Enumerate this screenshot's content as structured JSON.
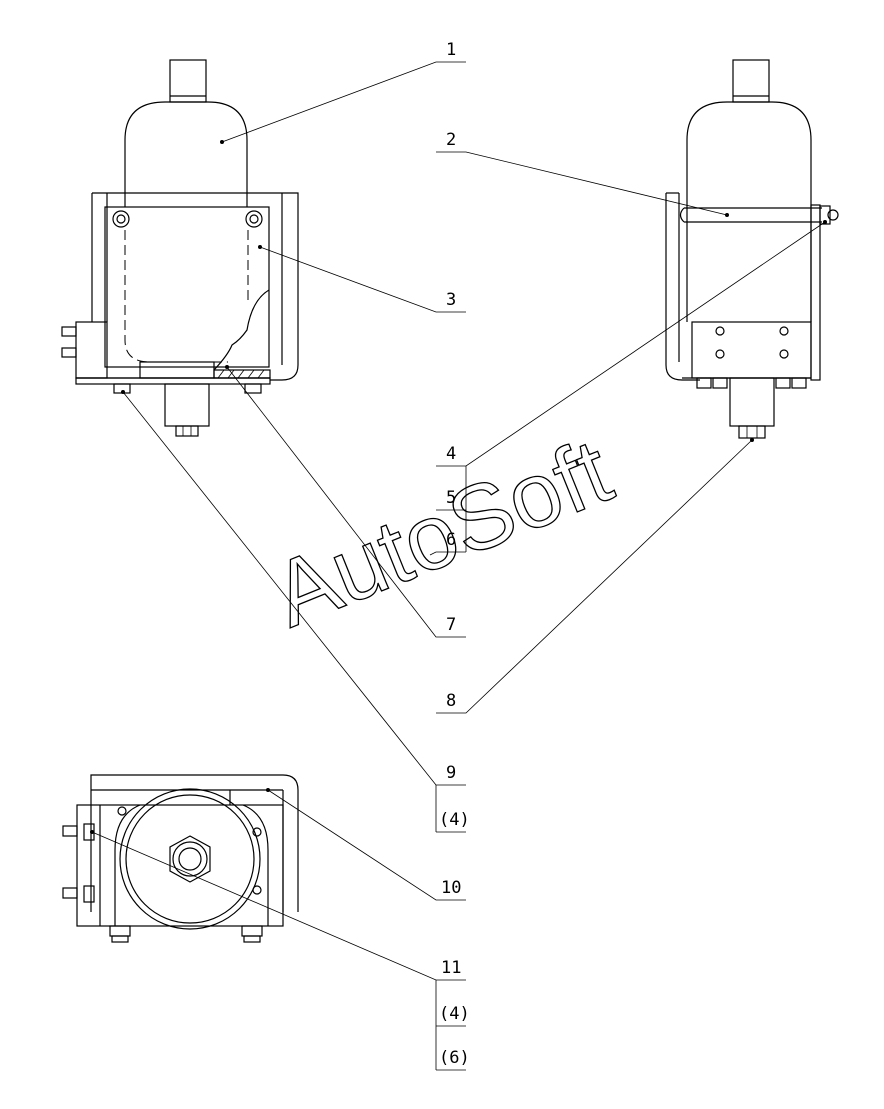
{
  "callouts": [
    {
      "id": "c1",
      "label": "1"
    },
    {
      "id": "c2",
      "label": "2"
    },
    {
      "id": "c3",
      "label": "3"
    },
    {
      "id": "c4",
      "label": "4"
    },
    {
      "id": "c5",
      "label": "5"
    },
    {
      "id": "c6",
      "label": "6"
    },
    {
      "id": "c7",
      "label": "7"
    },
    {
      "id": "c8",
      "label": "8"
    },
    {
      "id": "c9",
      "label": "9"
    },
    {
      "id": "c9q",
      "label": "(4)"
    },
    {
      "id": "c10",
      "label": "10"
    },
    {
      "id": "c11",
      "label": "11"
    },
    {
      "id": "c11q1",
      "label": "(4)"
    },
    {
      "id": "c11q2",
      "label": "(6)"
    }
  ],
  "watermark": "AutoSoft"
}
